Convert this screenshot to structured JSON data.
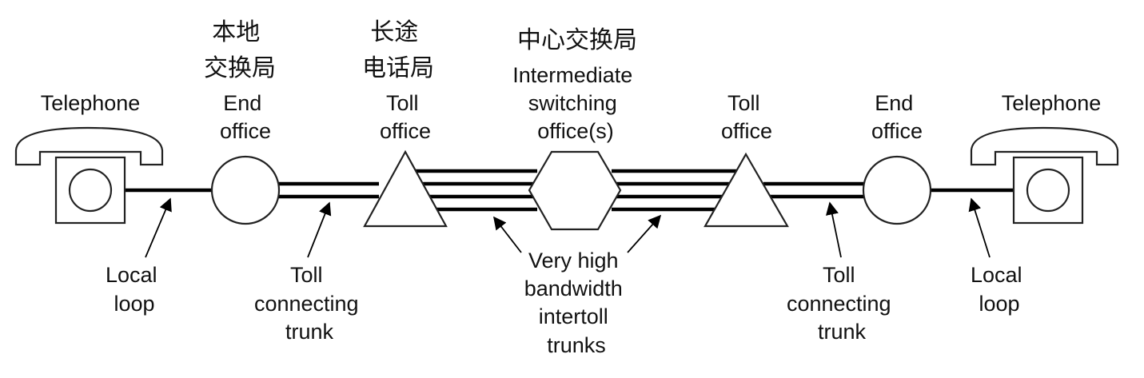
{
  "labels": {
    "telephone_left": "Telephone",
    "telephone_right": "Telephone",
    "end_office_left": [
      "End",
      "office"
    ],
    "end_office_right": [
      "End",
      "office"
    ],
    "end_office_left_zh": [
      "本地",
      "交换局"
    ],
    "toll_office_left": [
      "Toll",
      "office"
    ],
    "toll_office_right": [
      "Toll",
      "office"
    ],
    "toll_office_left_zh": [
      "长途",
      "电话局"
    ],
    "intermediate_office": [
      "Intermediate",
      "switching",
      "office(s)"
    ],
    "intermediate_office_zh": "中心交换局",
    "local_loop_left": [
      "Local",
      "loop"
    ],
    "local_loop_right": [
      "Local",
      "loop"
    ],
    "toll_trunk_left": [
      "Toll",
      "connecting",
      "trunk"
    ],
    "toll_trunk_right": [
      "Toll",
      "connecting",
      "trunk"
    ],
    "intertoll_trunks": [
      "Very high",
      "bandwidth",
      "intertoll",
      "trunks"
    ]
  }
}
